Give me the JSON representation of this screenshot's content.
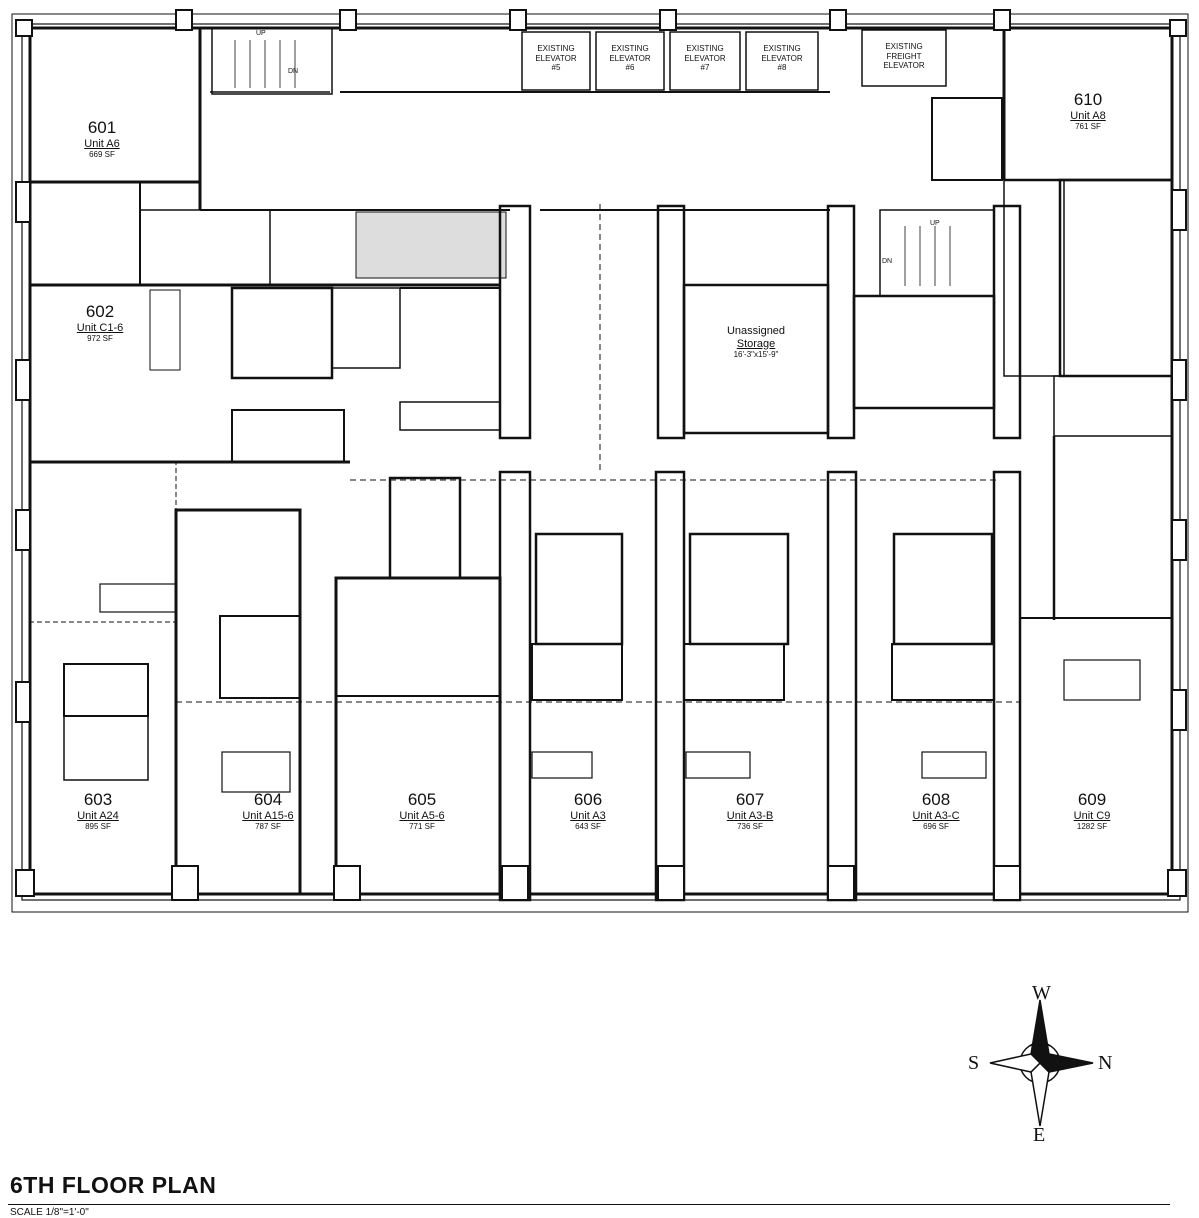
{
  "units": [
    {
      "num": "601",
      "name": "Unit A6",
      "sf": "669 SF"
    },
    {
      "num": "602",
      "name": "Unit C1-6",
      "sf": "972 SF"
    },
    {
      "num": "603",
      "name": "Unit A24",
      "sf": "895 SF"
    },
    {
      "num": "604",
      "name": "Unit A15-6",
      "sf": "787 SF"
    },
    {
      "num": "605",
      "name": "Unit A5-6",
      "sf": "771 SF"
    },
    {
      "num": "606",
      "name": "Unit A3",
      "sf": "643 SF"
    },
    {
      "num": "607",
      "name": "Unit A3-B",
      "sf": "736 SF"
    },
    {
      "num": "608",
      "name": "Unit A3-C",
      "sf": "696 SF"
    },
    {
      "num": "609",
      "name": "Unit C9",
      "sf": "1282 SF"
    },
    {
      "num": "610",
      "name": "Unit A8",
      "sf": "761 SF"
    }
  ],
  "elevators": [
    {
      "l1": "EXISTING",
      "l2": "ELEVATOR",
      "l3": "#5"
    },
    {
      "l1": "EXISTING",
      "l2": "ELEVATOR",
      "l3": "#6"
    },
    {
      "l1": "EXISTING",
      "l2": "ELEVATOR",
      "l3": "#7"
    },
    {
      "l1": "EXISTING",
      "l2": "ELEVATOR",
      "l3": "#8"
    },
    {
      "l1": "EXISTING",
      "l2": "FREIGHT",
      "l3": "ELEVATOR"
    }
  ],
  "storage": {
    "l1": "Unassigned",
    "l2": "Storage",
    "l3": "16'-3\"x15'-9\""
  },
  "stairs": {
    "up": "UP",
    "dn": "DN"
  },
  "compass": {
    "w": "W",
    "n": "N",
    "s": "S",
    "e": "E"
  },
  "title": "6TH FLOOR PLAN",
  "scale": "SCALE 1/8\"=1'-0\""
}
